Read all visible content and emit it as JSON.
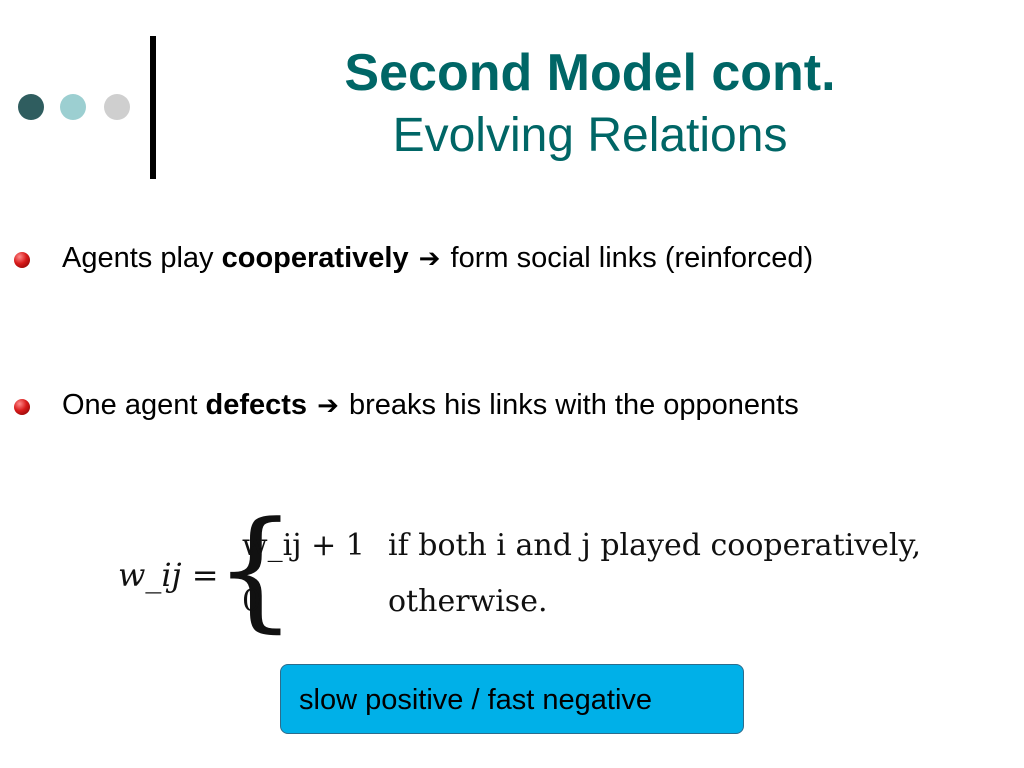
{
  "slide": {
    "title": "Second Model cont.",
    "subtitle": "Evolving Relations"
  },
  "bullets": [
    {
      "pre": "Agents play ",
      "bold": "cooperatively",
      "arrow": "➔",
      "post": " form social links (reinforced)"
    },
    {
      "pre": "One agent ",
      "bold": "defects",
      "arrow": "➔",
      "post": " breaks his links with the opponents"
    }
  ],
  "formula": {
    "lhs": "w_ij =",
    "brace": "{",
    "case1_value": "w_ij + 1",
    "case1_condition": "if both i and j played cooperatively,",
    "case2_value": "0",
    "case2_condition": "otherwise."
  },
  "callout": {
    "text": "slow positive / fast negative",
    "color": "#00b0e8"
  },
  "colors": {
    "title": "#006666",
    "dot1": "#2f5d5f",
    "dot2": "#9ccfd1",
    "dot3": "#cfcfcf",
    "bullet": "#d81b1b"
  }
}
